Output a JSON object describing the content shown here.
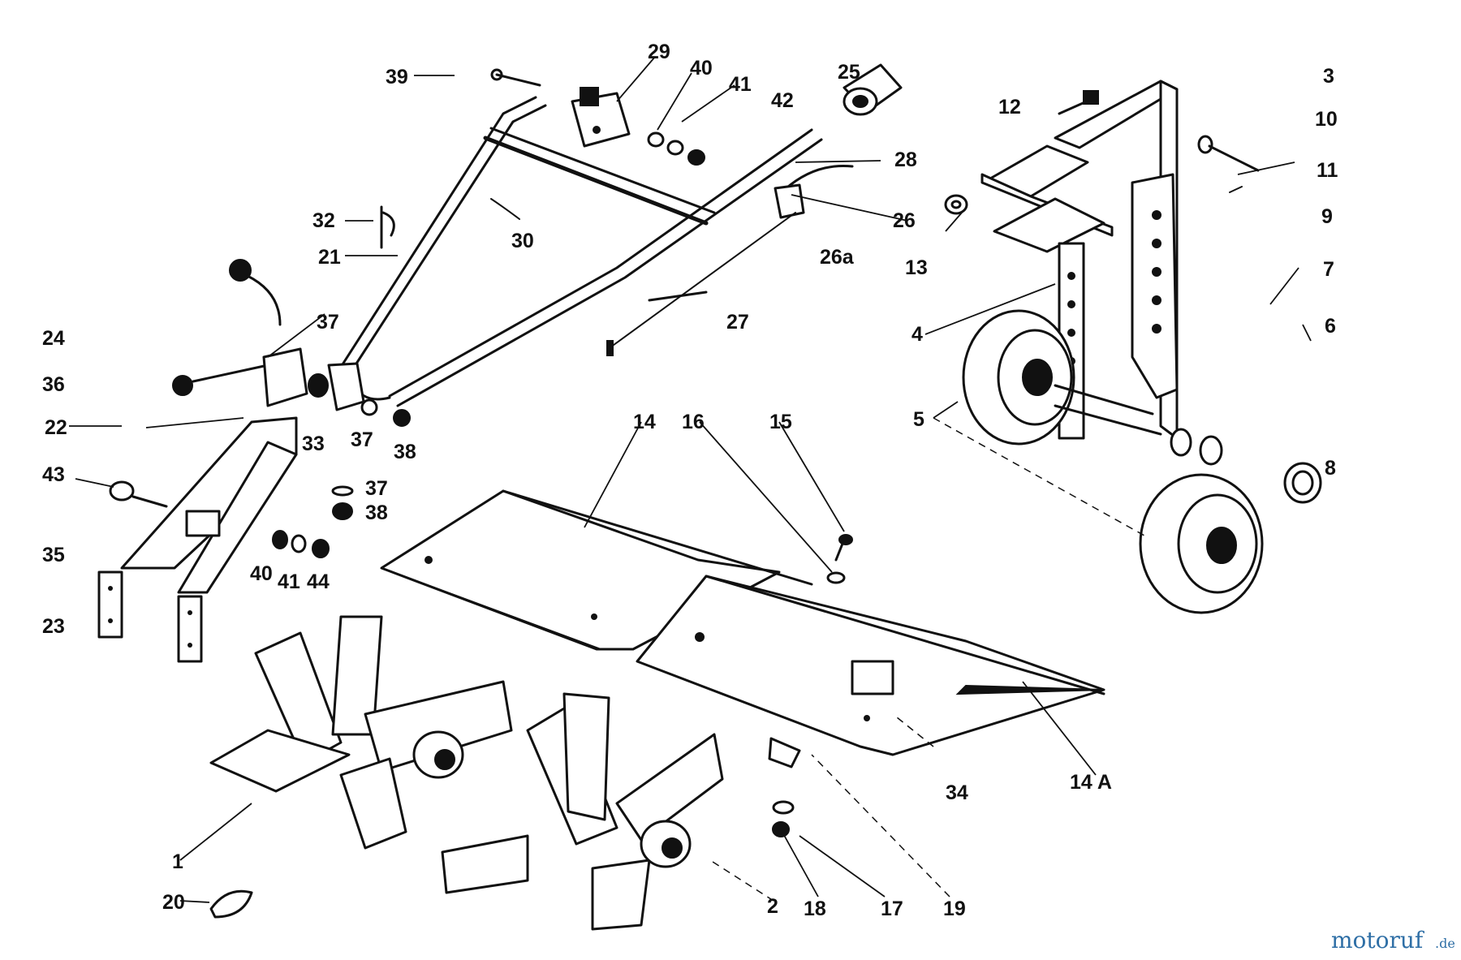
{
  "labels": {
    "l1": "1",
    "l2": "2",
    "l3": "3",
    "l4": "4",
    "l5": "5",
    "l6": "6",
    "l7": "7",
    "l8": "8",
    "l9": "9",
    "l10": "10",
    "l11": "11",
    "l12": "12",
    "l13": "13",
    "l14": "14",
    "l14a": "14 A",
    "l15": "15",
    "l16": "16",
    "l17": "17",
    "l18": "18",
    "l19": "19",
    "l20": "20",
    "l21": "21",
    "l22": "22",
    "l23": "23",
    "l24": "24",
    "l25": "25",
    "l26": "26",
    "l26a": "26a",
    "l27": "27",
    "l28": "28",
    "l29": "29",
    "l30": "30",
    "l32": "32",
    "l33": "33",
    "l34": "34",
    "l35": "35",
    "l36": "36",
    "l37a": "37",
    "l37b": "37",
    "l37c": "37",
    "l38a": "38",
    "l38b": "38",
    "l39": "39",
    "l40a": "40",
    "l40b": "40",
    "l41a": "41",
    "l41b": "41",
    "l42": "42",
    "l43": "43",
    "l44": "44"
  },
  "watermark": {
    "brand": "motoruf",
    "suffix": ".de",
    "color": "#2f6fa6"
  }
}
